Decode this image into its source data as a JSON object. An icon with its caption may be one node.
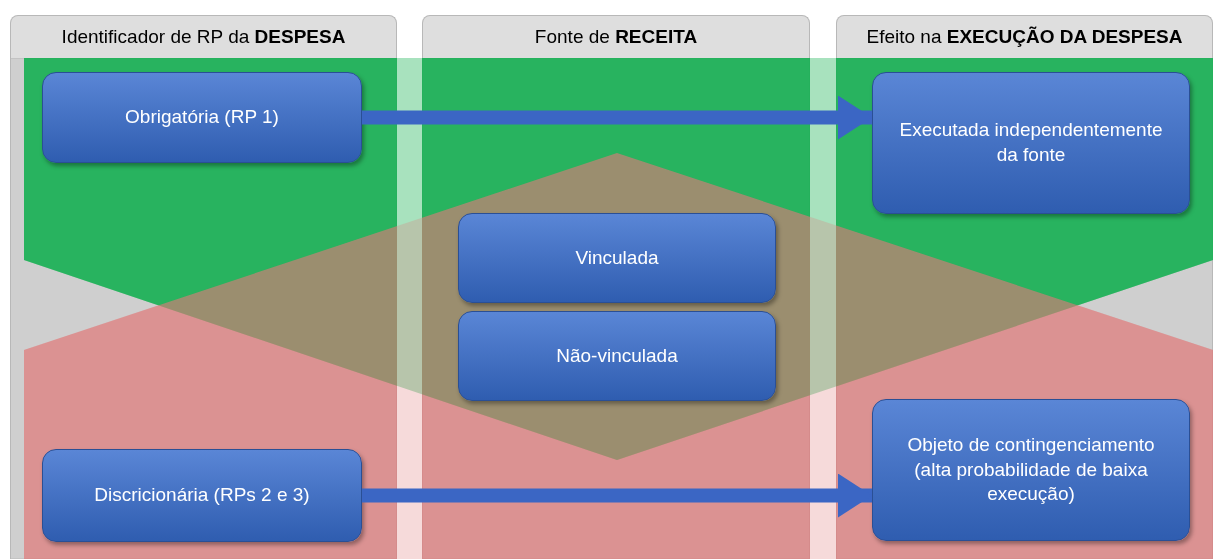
{
  "diagram": {
    "nodes": [
      {
        "text": [
          "Identificador de RP da **DESPESA**"
        ]
      },
      {
        "text": [
          "Fonte de **RECEITA**"
        ]
      },
      {
        "text": [
          "Efeito na **EXECUÇÃO DA DESPESA**"
        ]
      },
      {
        "text": [
          "Obrigatória (RP 1)"
        ]
      },
      {
        "text": [
          "Executada independentemente da fonte"
        ]
      },
      {
        "text": [
          "Vinculada"
        ]
      },
      {
        "text": [
          "Não-vinculada"
        ]
      },
      {
        "text": [
          "Discricionária (RPs 2 e 3)"
        ]
      },
      {
        "text": [
          "Objeto de contingenciamento (alta probabilidade de baixa execução)"
        ]
      }
    ],
    "edges": [
      {
        "from": 3,
        "to": 4,
        "arrow": "to"
      },
      {
        "from": 7,
        "to": 8,
        "arrow": "to"
      }
    ]
  }
}
